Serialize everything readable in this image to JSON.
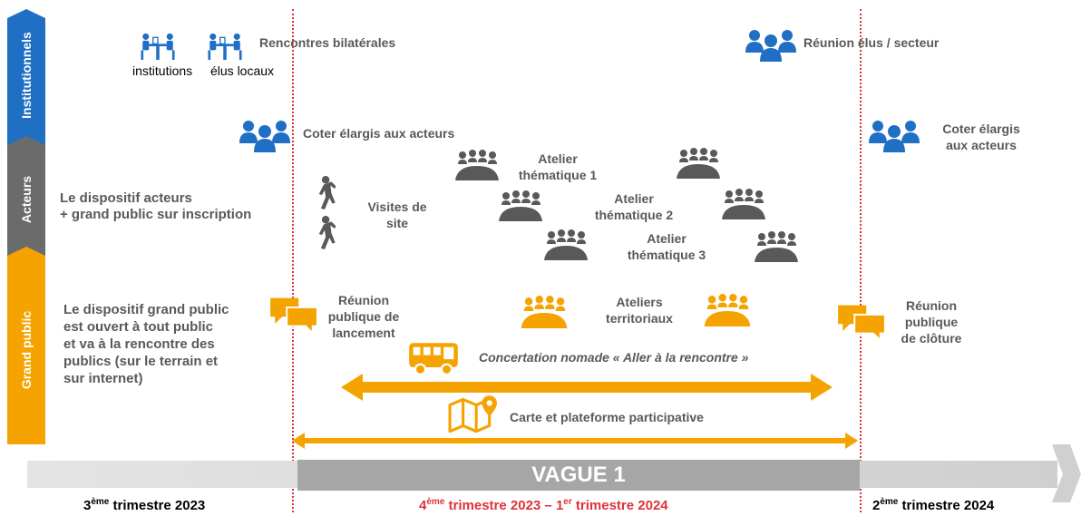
{
  "bands": [
    {
      "label": "Institutionnels",
      "color": "#1f6fc4"
    },
    {
      "label": "Acteurs",
      "color": "#6b6b6b"
    },
    {
      "label": "Grand public",
      "color": "#f5a300"
    }
  ],
  "institutionnels": {
    "bilateral_title": "Rencontres bilatérales",
    "bilateral_items": [
      "institutions",
      "élus locaux"
    ],
    "reunion_elus": "Réunion élus / secteur",
    "coter_left": "Coter élargis aux acteurs",
    "coter_right": [
      "Coter élargis",
      "aux acteurs"
    ]
  },
  "acteurs": {
    "description": [
      "Le dispositif acteurs",
      "+ grand public sur inscription"
    ],
    "visites": [
      "Visites de",
      "site"
    ],
    "atelier1": [
      "Atelier",
      "thématique 1"
    ],
    "atelier2": [
      "Atelier",
      "thématique 2"
    ],
    "atelier3": [
      "Atelier",
      "thématique 3"
    ]
  },
  "grand_public": {
    "description": [
      "Le dispositif grand public",
      "est ouvert à tout public",
      "et va à la rencontre des",
      "publics (sur le terrain et",
      "sur internet)"
    ],
    "reunion_lancement": [
      "Réunion",
      "publique de",
      "lancement"
    ],
    "ateliers_territoriaux": [
      "Ateliers",
      "territoriaux"
    ],
    "reunion_cloture": [
      "Réunion",
      "publique",
      "de clôture"
    ],
    "concertation": "Concertation nomade « Aller à la rencontre »",
    "carte": "Carte et plateforme participative"
  },
  "timeline": {
    "wave": "VAGUE 1",
    "q_left": {
      "ord": "3",
      "sup": "ème",
      "text": " trimestre 2023"
    },
    "q_mid": {
      "ord1": "4",
      "sup1": "ème",
      "text1": " trimestre 2023 – 1",
      "sup2": "er",
      "text2": " trimestre 2024"
    },
    "q_right": {
      "ord": "2",
      "sup": "ème",
      "text": " trimestre 2024"
    }
  },
  "colors": {
    "blue": "#1f6fc4",
    "grey": "#595959",
    "orange": "#f5a300",
    "red": "#e0313a"
  }
}
